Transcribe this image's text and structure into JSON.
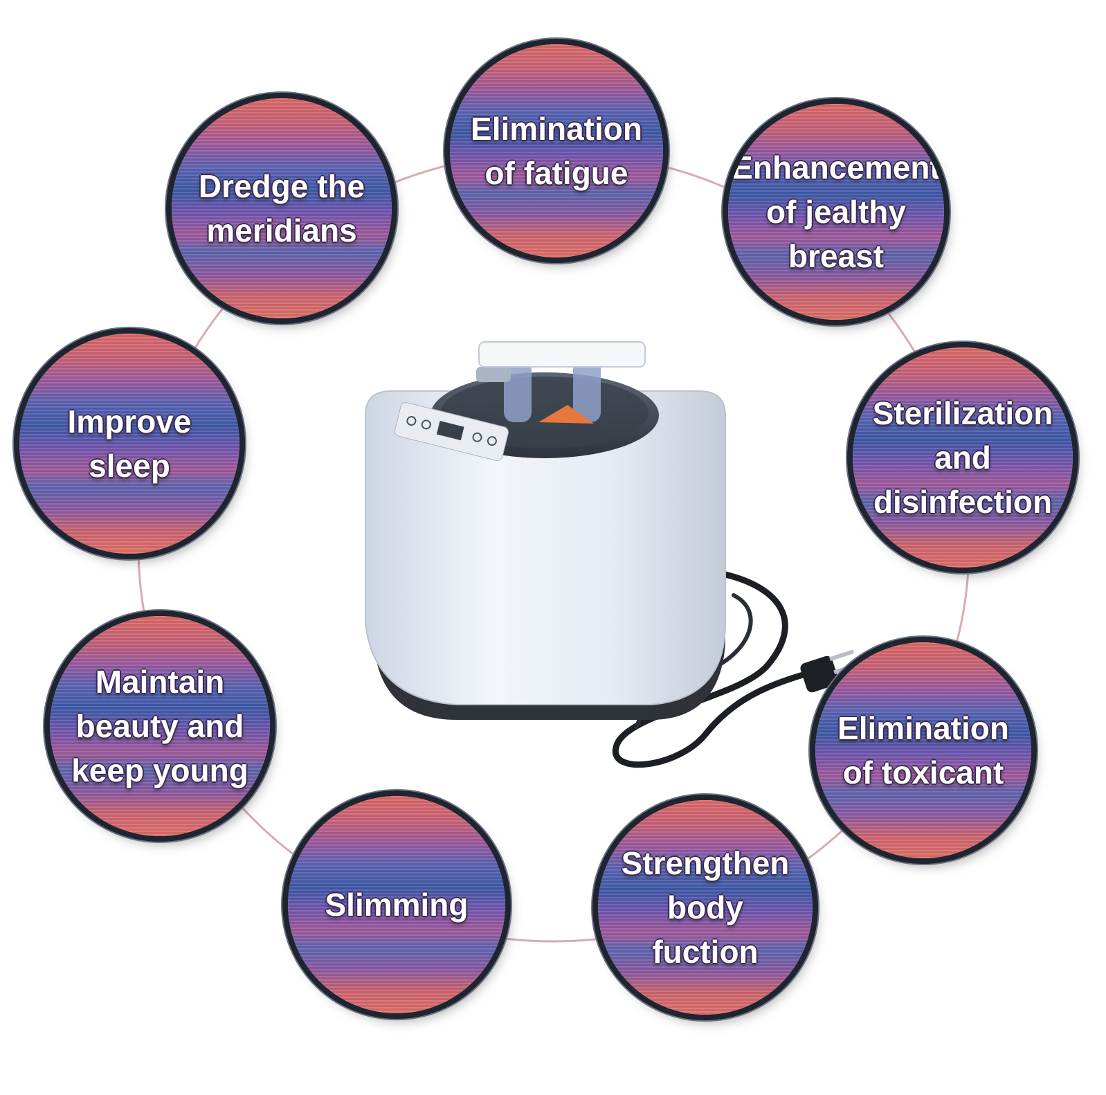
{
  "badges": [
    {
      "id": "elimination-of-fatigue",
      "lines": [
        "Elimination",
        "of fatigue"
      ]
    },
    {
      "id": "dredge-the-meridians",
      "lines": [
        "Dredge the",
        "meridians"
      ]
    },
    {
      "id": "enhancement-of-jealthy-breast",
      "lines": [
        "Enhancement",
        "of jealthy",
        "breast"
      ]
    },
    {
      "id": "improve-sleep",
      "lines": [
        "Improve",
        "sleep"
      ]
    },
    {
      "id": "sterilization-and-disinfection",
      "lines": [
        "Sterilization",
        "and",
        "disinfection"
      ]
    },
    {
      "id": "maintain-beauty-and-keep-young",
      "lines": [
        "Maintain",
        "beauty and",
        "keep young"
      ]
    },
    {
      "id": "elimination-of-toxicant",
      "lines": [
        "Elimination",
        "of toxicant"
      ]
    },
    {
      "id": "slimming",
      "lines": [
        "Slimming"
      ]
    },
    {
      "id": "strengthen-body-fuction",
      "lines": [
        "Strengthen",
        "body",
        "fuction"
      ]
    }
  ],
  "colors": {
    "badge_red": "#e06a68",
    "badge_blue": "#3f5aa8",
    "badge_purple": "#9a5aa0",
    "ring_line": "#c98f96",
    "device_body": "#eef2f8",
    "device_base": "#2f3238"
  }
}
